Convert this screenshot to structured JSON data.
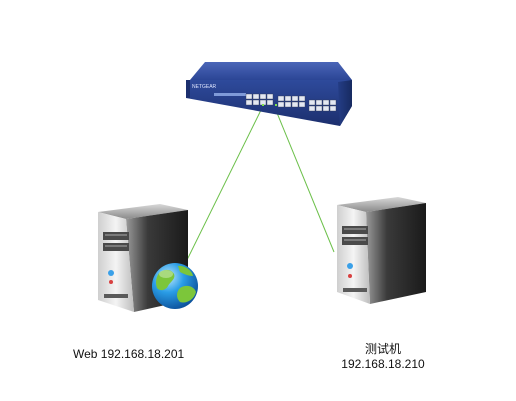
{
  "diagram": {
    "nodes": {
      "switch": {
        "brand_text": "NETGEAR",
        "icon": "network-switch-icon"
      },
      "web_server": {
        "label": "Web 192.168.18.201",
        "icon": "server-tower-icon",
        "badge_icon": "globe-icon"
      },
      "test_server": {
        "name": "测试机",
        "ip": "192.168.18.210",
        "icon": "server-tower-icon"
      }
    },
    "links": [
      {
        "from": "switch",
        "to": "web_server"
      },
      {
        "from": "switch",
        "to": "test_server"
      }
    ],
    "colors": {
      "link": "#6cc04a",
      "switch_body": "#27408f",
      "server_body": "#3a3a3a",
      "globe": "#1e90e0"
    }
  }
}
